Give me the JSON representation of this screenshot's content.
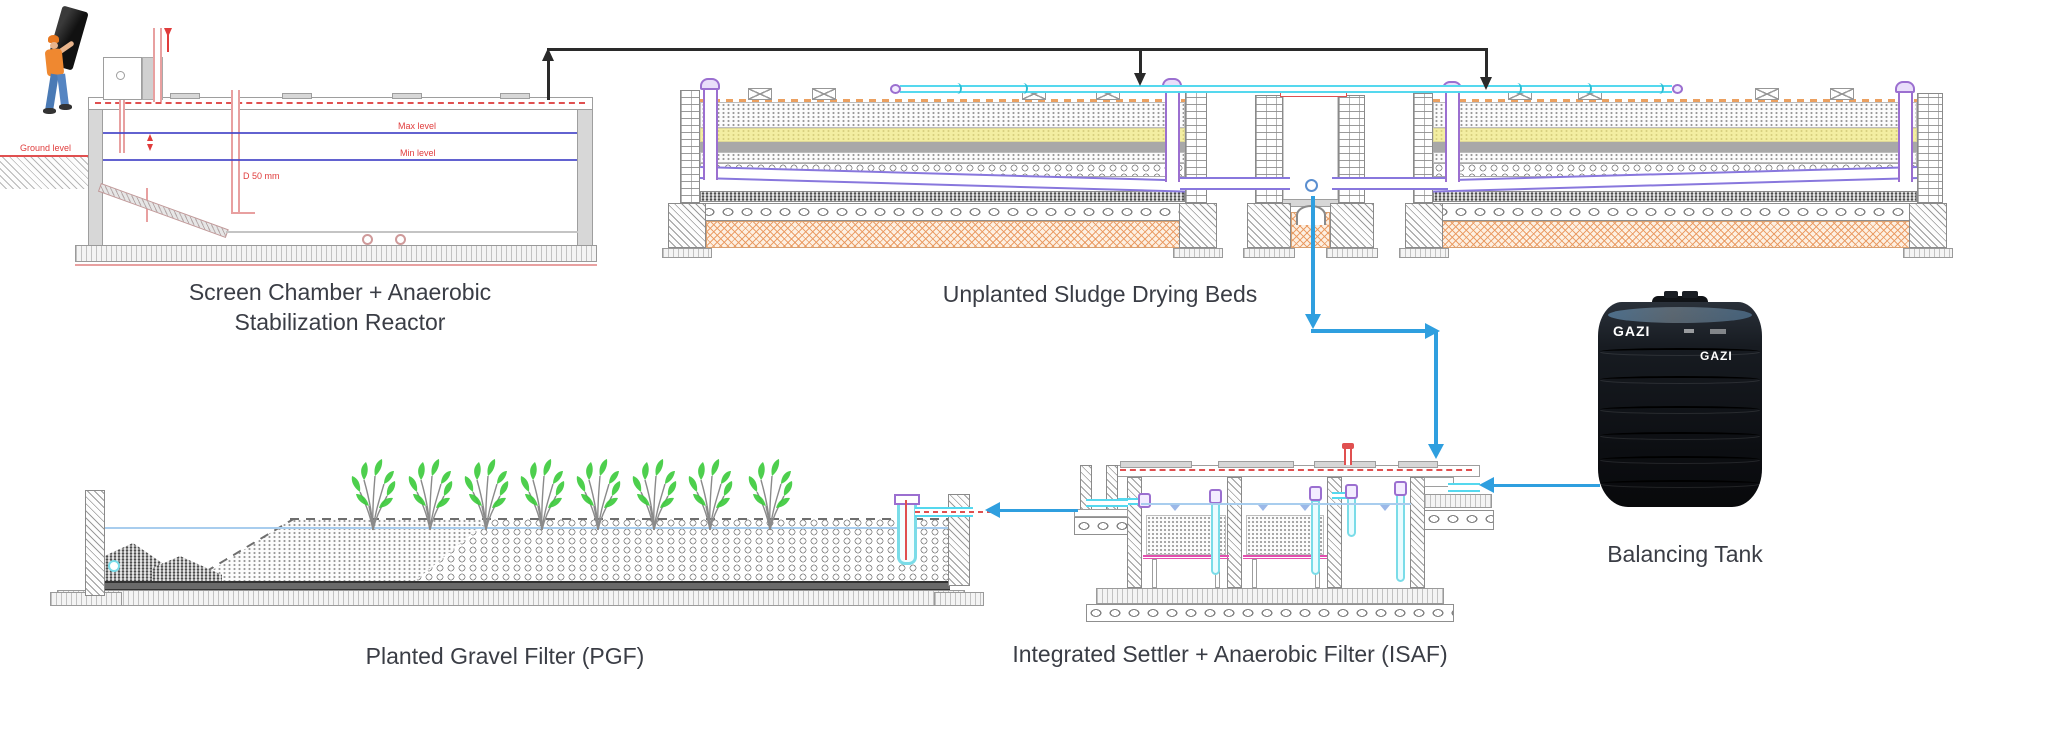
{
  "diagram_type": "faecal sludge / wastewater treatment process flow diagram",
  "labels": {
    "stage1_line1": "Screen Chamber + Anaerobic",
    "stage1_line2": "Stabilization Reactor",
    "stage2": "Unplanted Sludge Drying Beds",
    "balancing_tank": "Balancing Tank",
    "isaf": "Integrated Settler + Anaerobic Filter (ISAF)",
    "pgf": "Planted Gravel Filter (PGF)"
  },
  "annotations": {
    "ground_level": "Ground level",
    "max_level": "Max level",
    "min_level": "Min level",
    "pipe_diameter": "D 50 mm"
  },
  "tank": {
    "brand_top": "GAZI",
    "brand_mid": "GAZI"
  },
  "flow": {
    "arrows": [
      {
        "from": "screen-chamber-anaerobic-stabilization-reactor",
        "to": "unplanted-sludge-drying-beds",
        "color": "black"
      },
      {
        "from": "unplanted-sludge-drying-beds",
        "to": "integrated-settler-anaerobic-filter",
        "color": "blue"
      },
      {
        "from": "balancing-tank",
        "to": "integrated-settler-anaerobic-filter",
        "color": "blue"
      },
      {
        "from": "integrated-settler-anaerobic-filter",
        "to": "planted-gravel-filter",
        "color": "blue"
      }
    ]
  },
  "colors": {
    "flow_arrow_blue": "#2f9fdf",
    "process_line_black": "#2a2a2a",
    "pipe_cyan": "#55d8ee",
    "pipe_purple": "#9b6fd0",
    "drain_violet": "#8877dd",
    "water_level_blue": "#4646c8",
    "annotation_red": "#e03c3c",
    "media_magenta": "#e24fae",
    "sand_yellow": "#f3eea2",
    "soil_orange": "#f0b27a",
    "plant_green": "#3ecb3e",
    "tank_black": "#15181d"
  }
}
